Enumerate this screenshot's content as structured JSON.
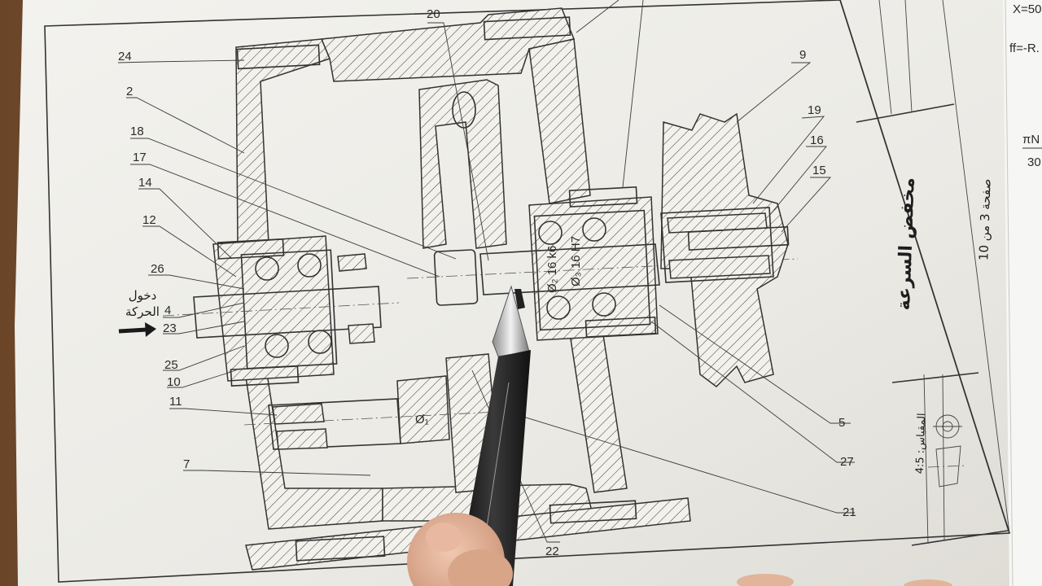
{
  "drawing": {
    "title_ar": "مخفض السرعة",
    "page_ar": "صفحة 3 من 10",
    "scale_ar": "المقياس: 4:5",
    "input_ar_line1": "دخول",
    "input_ar_line2": "الحركة",
    "dims": {
      "d1": "Ø₁",
      "d2": "Ø₂ 16 k6",
      "d3": "Ø₃ 16 H7"
    },
    "margin_notes": [
      "X=50",
      "ff=-R.",
      "πN",
      "30"
    ]
  },
  "callouts": {
    "c24": "24",
    "c2": "2",
    "c18": "18",
    "c17": "17",
    "c14": "14",
    "c12": "12",
    "c26": "26",
    "c4": "4",
    "c23": "23",
    "c25": "25",
    "c10": "10",
    "c11": "11",
    "c7": "7",
    "c20": "20",
    "c9": "9",
    "c19": "19",
    "c16": "16",
    "c15": "15",
    "c5": "5",
    "c27": "27",
    "c21": "21",
    "c22": "22"
  },
  "colors": {
    "paper": "#ecebe6",
    "ink": "#2b2b2b",
    "wood": "#7a5535",
    "pencil_body": "#1f1f1f"
  }
}
